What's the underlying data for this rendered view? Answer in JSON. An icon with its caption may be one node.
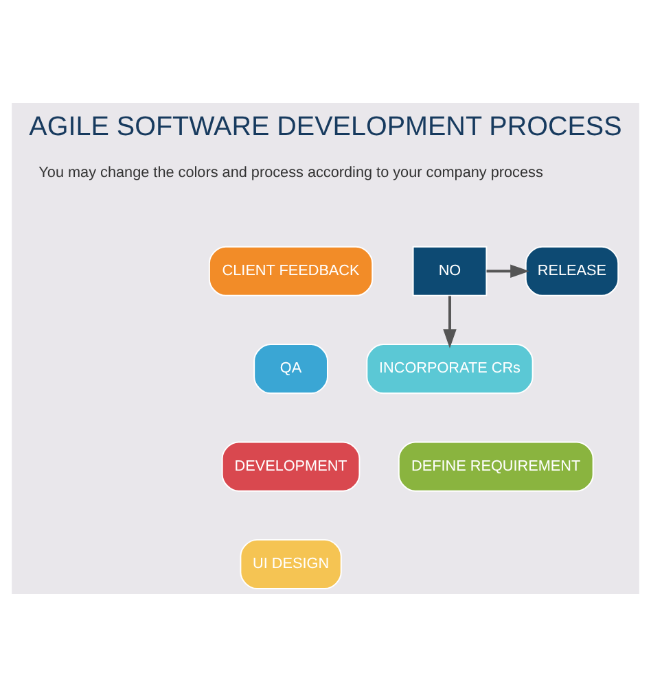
{
  "diagram": {
    "title": "AGILE SOFTWARE DEVELOPMENT PROCESS",
    "nodes": [
      {
        "text": [
          "CLIENT FEEDBACK"
        ]
      },
      {
        "text": [
          "RELEASE"
        ]
      },
      {
        "text": [
          "NO"
        ]
      },
      {
        "text": [
          "QA"
        ]
      },
      {
        "text": [
          "INCORPORATE CRs"
        ]
      },
      {
        "text": [
          "DEVELOPMENT"
        ]
      },
      {
        "text": [
          "DEFINE REQUIREMENT"
        ]
      },
      {
        "text": [
          "UI DESIGN"
        ]
      }
    ],
    "edges": [
      {
        "from": 2,
        "to": 1,
        "arrow": "to"
      },
      {
        "from": 2,
        "to": 4,
        "arrow": "to"
      }
    ],
    "labels": [
      "You may change the colors and process according to your company process"
    ]
  }
}
